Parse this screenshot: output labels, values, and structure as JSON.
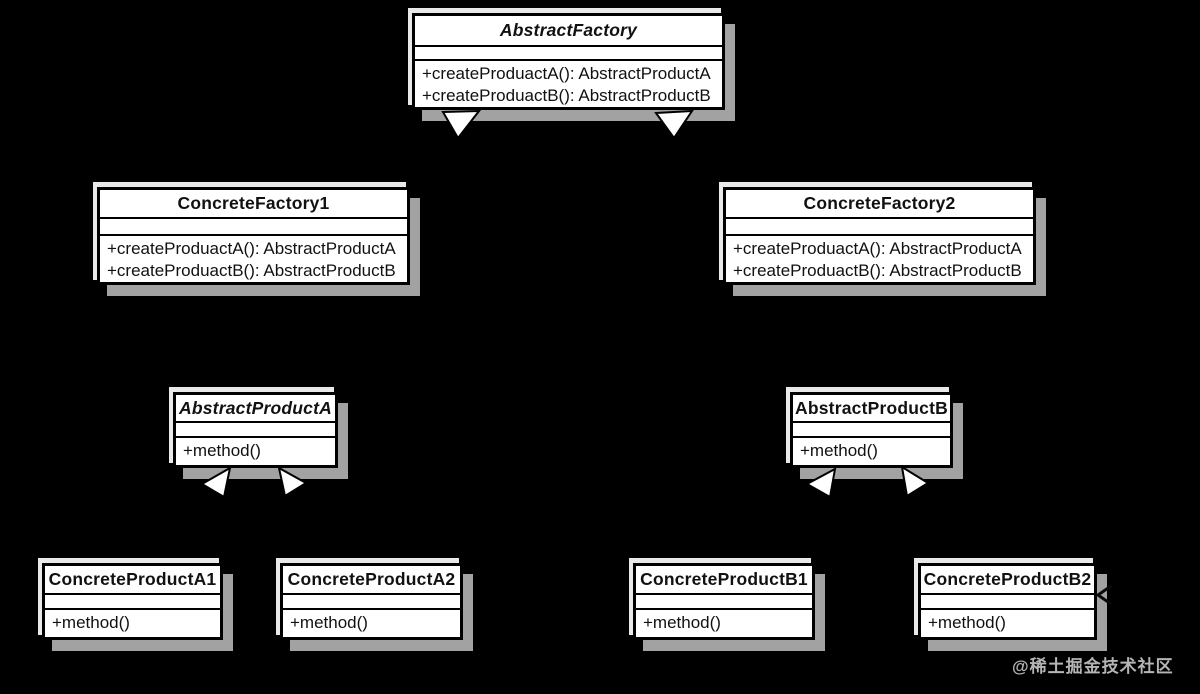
{
  "diagram": {
    "kind": "uml-class-diagram",
    "pattern": "Abstract Factory",
    "colors": {
      "background": "#000000",
      "box_fill": "#ffffff",
      "box_border": "#000000",
      "box_shadow": "#a2a2a2",
      "watermark_text": "#b5b5b5"
    }
  },
  "classes": {
    "af": {
      "name": "AbstractFactory",
      "abstract": true,
      "methods": [
        "+createProduactA(): AbstractProductA",
        "+createProduactB(): AbstractProductB"
      ]
    },
    "cf1": {
      "name": "ConcreteFactory1",
      "abstract": false,
      "methods": [
        "+createProduactA(): AbstractProductA",
        "+createProduactB(): AbstractProductB"
      ]
    },
    "cf2": {
      "name": "ConcreteFactory2",
      "abstract": false,
      "methods": [
        "+createProduactA(): AbstractProductA",
        "+createProduactB(): AbstractProductB"
      ]
    },
    "apa": {
      "name": "AbstractProductA",
      "abstract": true,
      "methods": [
        "+method()"
      ]
    },
    "apb": {
      "name": "AbstractProductB",
      "abstract": false,
      "methods": [
        "+method()"
      ]
    },
    "cpa1": {
      "name": "ConcreteProductA1",
      "abstract": false,
      "methods": [
        "+method()"
      ]
    },
    "cpa2": {
      "name": "ConcreteProductA2",
      "abstract": false,
      "methods": [
        "+method()"
      ]
    },
    "cpb1": {
      "name": "ConcreteProductB1",
      "abstract": false,
      "methods": [
        "+method()"
      ]
    },
    "cpb2": {
      "name": "ConcreteProductB2",
      "abstract": false,
      "methods": [
        "+method()"
      ]
    }
  },
  "relationships": [
    {
      "type": "generalization",
      "from": "ConcreteFactory1",
      "to": "AbstractFactory"
    },
    {
      "type": "generalization",
      "from": "ConcreteFactory2",
      "to": "AbstractFactory"
    },
    {
      "type": "generalization",
      "from": "ConcreteProductA1",
      "to": "AbstractProductA"
    },
    {
      "type": "generalization",
      "from": "ConcreteProductA2",
      "to": "AbstractProductA"
    },
    {
      "type": "generalization",
      "from": "ConcreteProductB1",
      "to": "AbstractProductB"
    },
    {
      "type": "generalization",
      "from": "ConcreteProductB2",
      "to": "AbstractProductB"
    },
    {
      "type": "dependency-arrowhead",
      "at": "ConcreteProductB2 right edge"
    }
  ],
  "watermark": "@稀土掘金技术社区"
}
